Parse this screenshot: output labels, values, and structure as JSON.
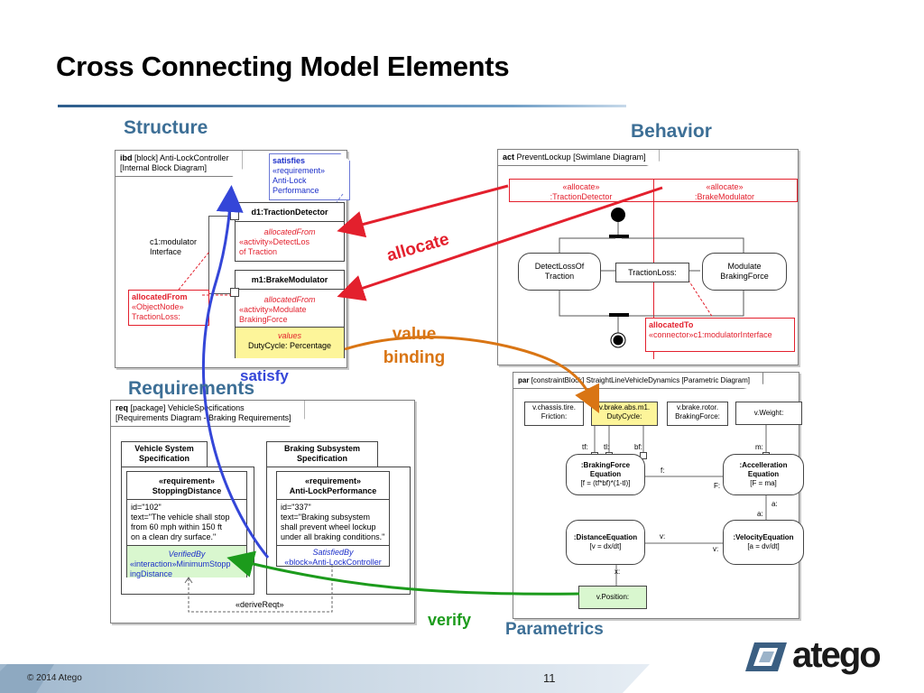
{
  "slide": {
    "title": "Cross Connecting Model Elements",
    "copyright": "© 2014 Atego",
    "page_number": "11",
    "logo_text": "atego"
  },
  "sections": {
    "structure": "Structure",
    "behavior": "Behavior",
    "requirements": "Requirements",
    "parametrics": "Parametrics"
  },
  "arrows": {
    "allocate": "allocate",
    "value_binding_1": "value",
    "value_binding_2": "binding",
    "satisfy": "satisfy",
    "verify": "verify"
  },
  "ibd": {
    "header_kind": "ibd",
    "header_text": "[block] Anti-LockController",
    "header_line2": "[Internal Block Diagram]",
    "satisfies_title": "satisfies",
    "satisfies_line1": "«requirement»",
    "satisfies_line2": "Anti-Lock",
    "satisfies_line3": "Performance",
    "d1_name": "d1:TractionDetector",
    "d1_alloc_title": "allocatedFrom",
    "d1_alloc_line1": "«activity»DetectLos",
    "d1_alloc_line2": "of Traction",
    "m1_name": "m1:BrakeModulator",
    "m1_alloc_title": "allocatedFrom",
    "m1_alloc_line1": "«activity»Modulate",
    "m1_alloc_line2": "BrakingForce",
    "values_title": "values",
    "values_line": "DutyCycle: Percentage",
    "c1_line1": "c1:modulator",
    "c1_line2": "Interface",
    "objnode_title": "allocatedFrom",
    "objnode_line1": "«ObjectNode»",
    "objnode_line2": "TractionLoss:"
  },
  "act": {
    "header_kind": "act",
    "header_text": "PreventLockup [Swimlane Diagram]",
    "lane1_line1": "«allocate»",
    "lane1_line2": ":TractionDetector",
    "lane2_line1": "«allocate»",
    "lane2_line2": ":BrakeModulator",
    "action1_line1": "DetectLossOf",
    "action1_line2": "Traction",
    "object_node": "TractionLoss:",
    "action2_line1": "Modulate",
    "action2_line2": "BrakingForce",
    "alloc_title": "allocatedTo",
    "alloc_line": "«connector»c1:modulatorInterface"
  },
  "req": {
    "header_kind": "req",
    "header_text": "[package] VehicleSpecifications",
    "header_line2": "[Requirements Diagram - Braking Requirements]",
    "pkg1_line1": "Vehicle System",
    "pkg1_line2": "Specification",
    "pkg2_line1": "Braking  Subsystem",
    "pkg2_line2": "Specification",
    "r1_stereo": "«requirement»",
    "r1_name": "StoppingDistance",
    "r1_id": "id=\"102\"",
    "r1_text1": "text=\"The vehicle shall stop",
    "r1_text2": "from 60 mph within 150 ft",
    "r1_text3": "on a clean dry surface.\"",
    "r1_verified_title": "VerifiedBy",
    "r1_verified_line1": "«interaction»MinimumStopp",
    "r1_verified_line2": "ingDistance",
    "r2_stereo": "«requirement»",
    "r2_name": "Anti-LockPerformance",
    "r2_id": "id=\"337\"",
    "r2_text1": "text=\"Braking subsystem",
    "r2_text2": "shall prevent wheel lockup",
    "r2_text3": "under all braking conditions.\"",
    "r2_satisfied_title": "SatisfiedBy",
    "r2_satisfied_line": "«block»Anti-LockController",
    "derive": "«deriveReqt»"
  },
  "par": {
    "header_kind": "par",
    "header_text": "[constraintBlock] StraightLineVehicleDynamics [Parametric Diagram]",
    "p1_line1": "v.chassis.tire.",
    "p1_line2": "Friction:",
    "p2_line1": "v.brake.abs.m1.",
    "p2_line2": "DutyCycle:",
    "p3_line1": "v.brake.rotor.",
    "p3_line2": "BrakingForce:",
    "p4": "v.Weight:",
    "c1_line1": ":BrakingForce",
    "c1_line2": "Equation",
    "c1_line3": "[f = (tf*bf)*(1-tl)]",
    "c2_line1": ":Accelleration",
    "c2_line2": "Equation",
    "c2_line3": "[F = ma]",
    "c3_line1": ":DistanceEquation",
    "c3_line2": "[v = dx/dt]",
    "c4_line1": ":VelocityEquation",
    "c4_line2": "[a = dv/dt]",
    "pos": "v.Position:",
    "lbl_tf": "tf:",
    "lbl_tl": "tl:",
    "lbl_bf": "bf:",
    "lbl_m": "m:",
    "lbl_f": "f:",
    "lbl_F": "F:",
    "lbl_a1": "a:",
    "lbl_a2": "a:",
    "lbl_v1": "v:",
    "lbl_v2": "v:",
    "lbl_x": "x:"
  },
  "colors": {
    "allocate": "#e3202d",
    "binding": "#d97514",
    "satisfy": "#3446d8",
    "verify": "#1c9b1c",
    "section": "#3d6f96"
  }
}
